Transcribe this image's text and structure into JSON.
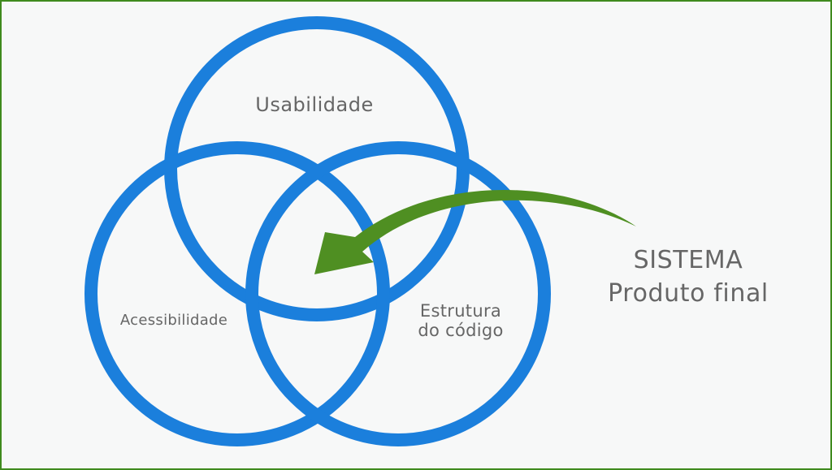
{
  "colors": {
    "circle_stroke": "#1b7fdc",
    "arrow": "#4f8f22",
    "border": "#3f8a1e",
    "label_text": "#666666",
    "background": "#f7f8f8"
  },
  "circles": [
    {
      "id": "usabilidade",
      "label": "Usabilidade"
    },
    {
      "id": "acessibilidade",
      "label": "Acessibilidade"
    },
    {
      "id": "estrutura",
      "label_line1": "Estrutura",
      "label_line2": "do código"
    }
  ],
  "callout": {
    "line1": "SISTEMA",
    "line2": "Produto final",
    "arrow_icon": "curved-arrow-icon"
  }
}
